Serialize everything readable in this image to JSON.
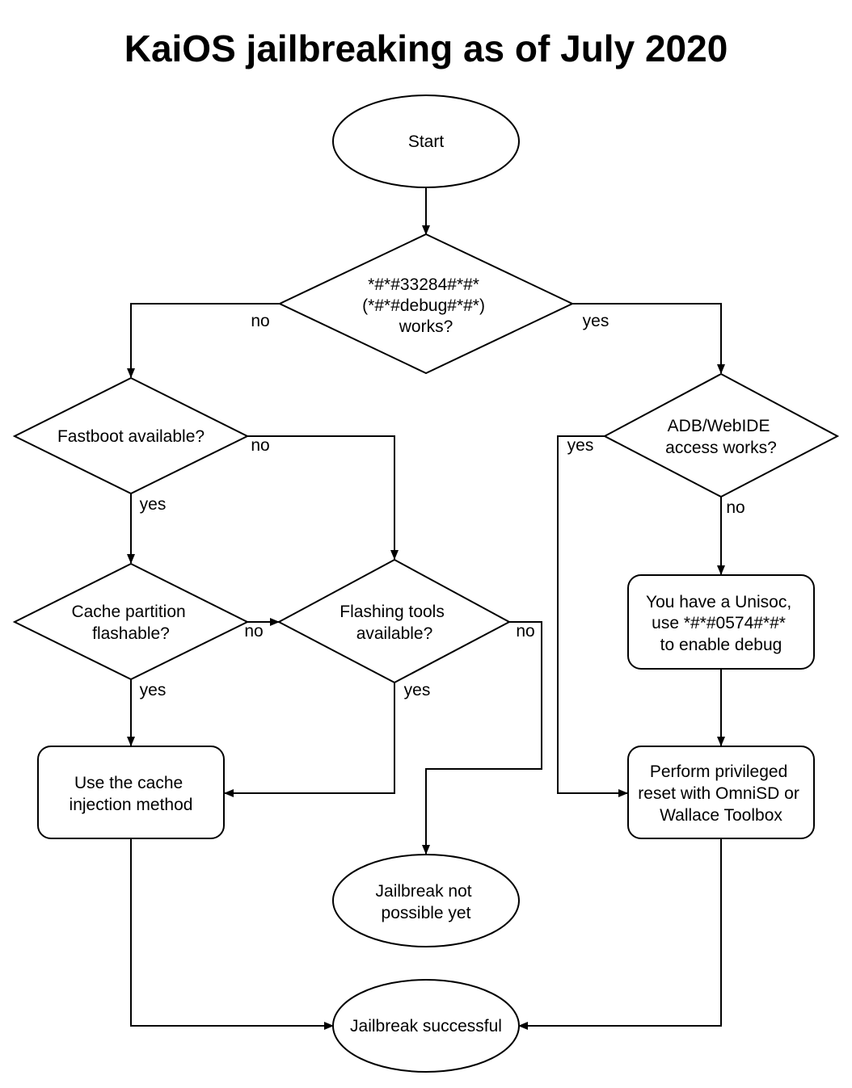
{
  "title": "KaiOS jailbreaking as of July 2020",
  "nodes": {
    "start": {
      "lines": [
        "Start"
      ]
    },
    "debug_code": {
      "lines": [
        "*#*#33284#*#*",
        "(*#*#debug#*#*)",
        "works?"
      ]
    },
    "fastboot": {
      "lines": [
        "Fastboot available?"
      ]
    },
    "adb": {
      "lines": [
        "ADB/WebIDE",
        "access works?"
      ]
    },
    "cache_partition": {
      "lines": [
        "Cache partition",
        "flashable?"
      ]
    },
    "flashing_tools": {
      "lines": [
        "Flashing tools",
        "available?"
      ]
    },
    "unisoc": {
      "lines": [
        "You have a Unisoc,",
        "use *#*#0574#*#*",
        "to enable debug"
      ]
    },
    "cache_injection": {
      "lines": [
        "Use the cache",
        "injection method"
      ]
    },
    "privileged_reset": {
      "lines": [
        "Perform privileged",
        "reset with OmniSD or",
        "Wallace Toolbox"
      ]
    },
    "not_possible": {
      "lines": [
        "Jailbreak not",
        "possible yet"
      ]
    },
    "successful": {
      "lines": [
        "Jailbreak successful"
      ]
    }
  },
  "edge_labels": {
    "debug_no": "no",
    "debug_yes": "yes",
    "fastboot_no": "no",
    "fastboot_yes": "yes",
    "adb_yes": "yes",
    "adb_no": "no",
    "cache_no": "no",
    "cache_yes": "yes",
    "flashing_no": "no",
    "flashing_yes": "yes"
  }
}
